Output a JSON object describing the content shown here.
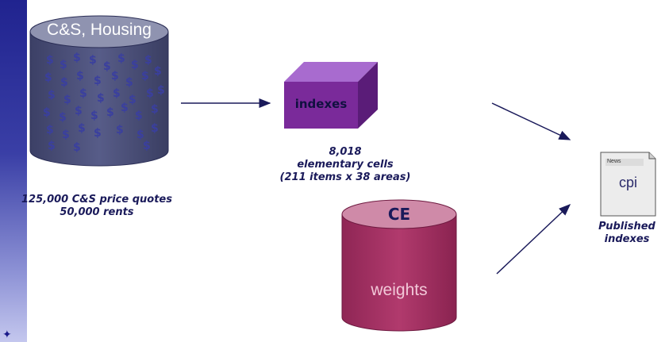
{
  "housing_db": {
    "title": "C&S, Housing",
    "caption_line1": "125,000 C&S price quotes",
    "caption_line2": "50,000 rents"
  },
  "indexes_box": {
    "label": "indexes",
    "caption_line1": "8,018",
    "caption_line2": "elementary cells",
    "caption_line3": "(211 items x 38 areas)"
  },
  "weights_db": {
    "title": "CE",
    "label": "weights"
  },
  "published": {
    "doc_label": "cpi",
    "doc_header": "News",
    "caption_line1": "Published",
    "caption_line2": "indexes"
  },
  "colors": {
    "housing_db": "#4a4f7a",
    "indexes_box": "#7a2a9a",
    "weights_db": "#a33163",
    "arrow": "#1a1a5a",
    "left_bar": "#20238f"
  }
}
